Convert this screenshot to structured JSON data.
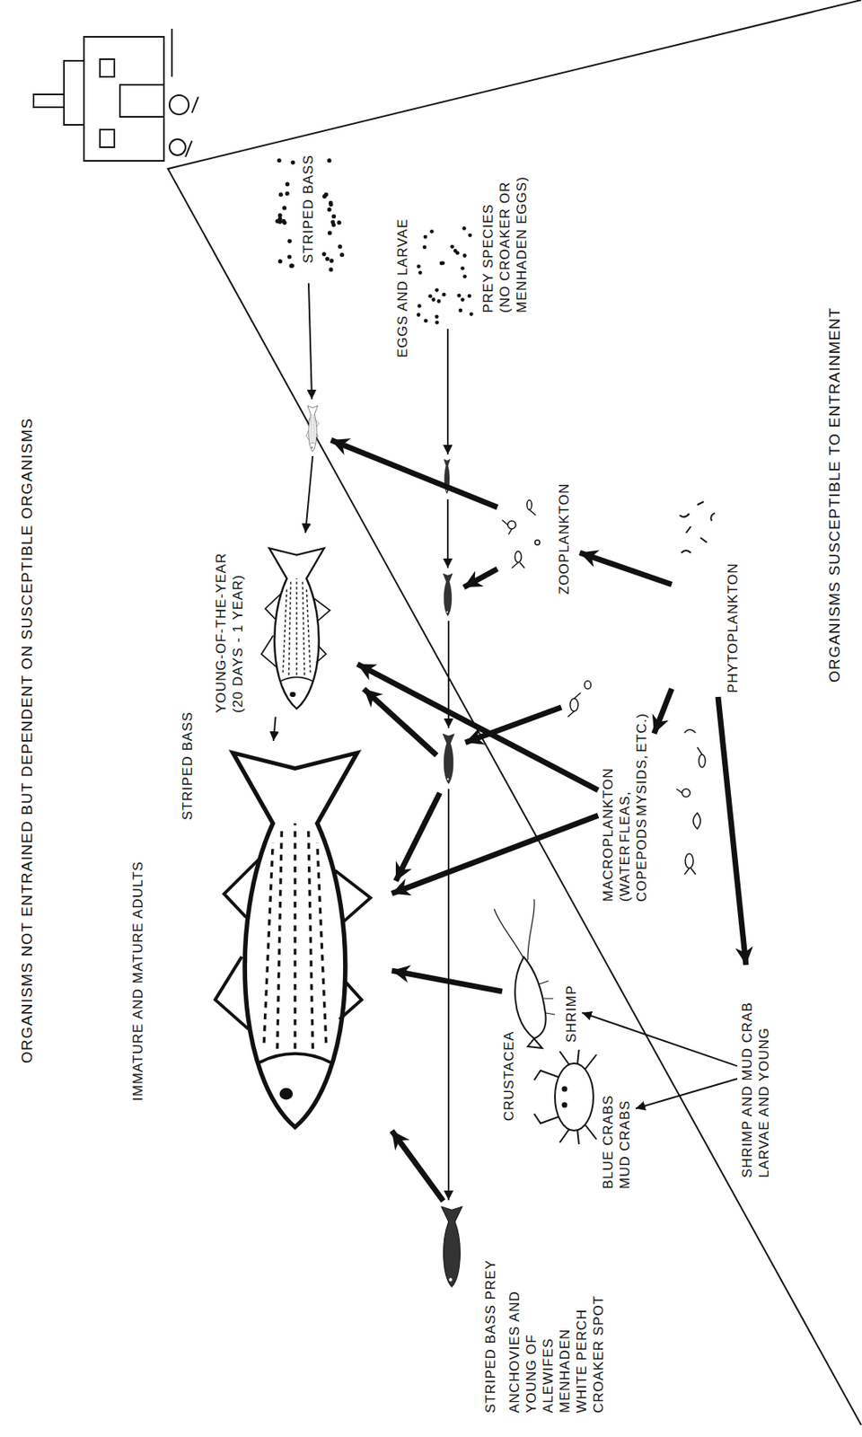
{
  "diagram": {
    "nodes": [
      {
        "text": [
          "STRIPED BASS"
        ]
      },
      {
        "text": [
          "PREY SPECIES (NO CROAKER OR MENHADEN EGGS)"
        ]
      },
      {
        "text": [
          "ZOOPLANKTON"
        ]
      },
      {
        "text": [
          "PHYTOPLANKTON"
        ]
      },
      {
        "text": [
          "YOUNG-OF-THE-YEAR (20 DAYS - 1 YEAR)"
        ]
      },
      {
        "text": [
          "MACROPLANKTON (WATER FLEAS, COPEPODS MYSIDS, ETC.)"
        ]
      },
      {
        "text": [
          "SHRIMP AND MUD CRAB LARVAE AND YOUNG"
        ]
      },
      {
        "text": [
          "IMMATURE AND MATURE ADULTS"
        ]
      },
      {
        "text": [
          "SHRIMP"
        ]
      },
      {
        "text": [
          "BLUE CRABS MUD CRABS"
        ]
      },
      {
        "text": [
          "STRIPED BASS PREY",
          "ANCHOVIES AND YOUNG OF ALEWIFES MENHADEN WHITE PERCH CROAKER SPOT"
        ]
      }
    ],
    "edges": [
      {
        "from": 3,
        "to": 2,
        "arrow": "to"
      },
      {
        "from": 3,
        "to": 5,
        "arrow": "to"
      },
      {
        "from": 3,
        "to": 6,
        "arrow": "to"
      },
      {
        "from": 6,
        "to": 8,
        "arrow": "to"
      },
      {
        "from": 6,
        "to": 9,
        "arrow": "to"
      },
      {
        "from": 8,
        "to": 7,
        "arrow": "to"
      },
      {
        "from": 5,
        "to": 4,
        "arrow": "to"
      },
      {
        "from": 5,
        "to": 7,
        "arrow": "to"
      },
      {
        "from": 4,
        "to": 7,
        "arrow": "to"
      },
      {
        "from": 10,
        "to": 7,
        "arrow": "to"
      }
    ],
    "labels": [
      "ORGANISMS NOT ENTRAINED BUT DEPENDENT ON SUSCEPTIBLE ORGANISMS",
      "STRIPED BASS",
      "EGGS AND LARVAE",
      "CRUSTACEA",
      "ORGANISMS SUSCEPTIBLE TO ENTRAINMENT"
    ]
  }
}
